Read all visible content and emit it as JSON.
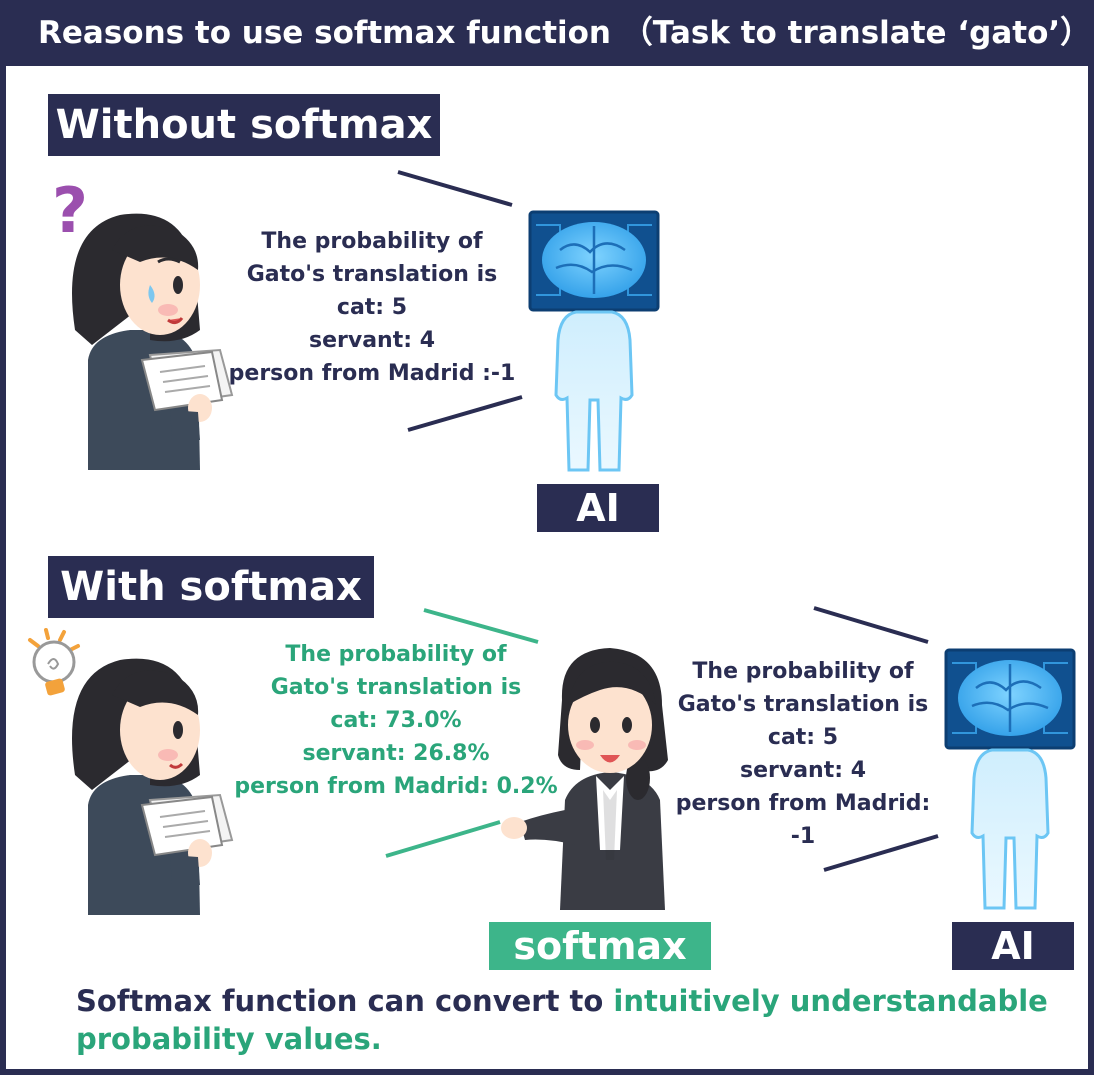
{
  "title": "Reasons to use softmax function （Task to translate ‘gato’）",
  "colors": {
    "navy": "#2a2d52",
    "green": "#3db58a",
    "green_text": "#2aa57a"
  },
  "without": {
    "label": "Without softmax",
    "bubble": {
      "line1": "The probability of",
      "line2": "Gato's  translation is",
      "line3": "cat: 5",
      "line4": "servant: 4",
      "line5": "person from Madrid :-1"
    },
    "ai_label": "AI",
    "person_icon": "confused-question-mark-icon"
  },
  "with": {
    "label": "With softmax",
    "softmax_bubble": {
      "line1": "The probability of",
      "line2": "Gato's  translation is",
      "line3": "cat: 73.0%",
      "line4": "servant: 26.8%",
      "line5": "person from Madrid: 0.2%"
    },
    "ai_bubble": {
      "line1": "The probability of",
      "line2": "Gato's  translation is",
      "line3": "cat: 5",
      "line4": "servant: 4",
      "line5": "person from Madrid: -1"
    },
    "softmax_label": "softmax",
    "ai_label": "AI",
    "person_icon": "lightbulb-idea-icon"
  },
  "footer": {
    "part1": "Softmax function can convert to ",
    "part2": "intuitively understandable probability values."
  }
}
